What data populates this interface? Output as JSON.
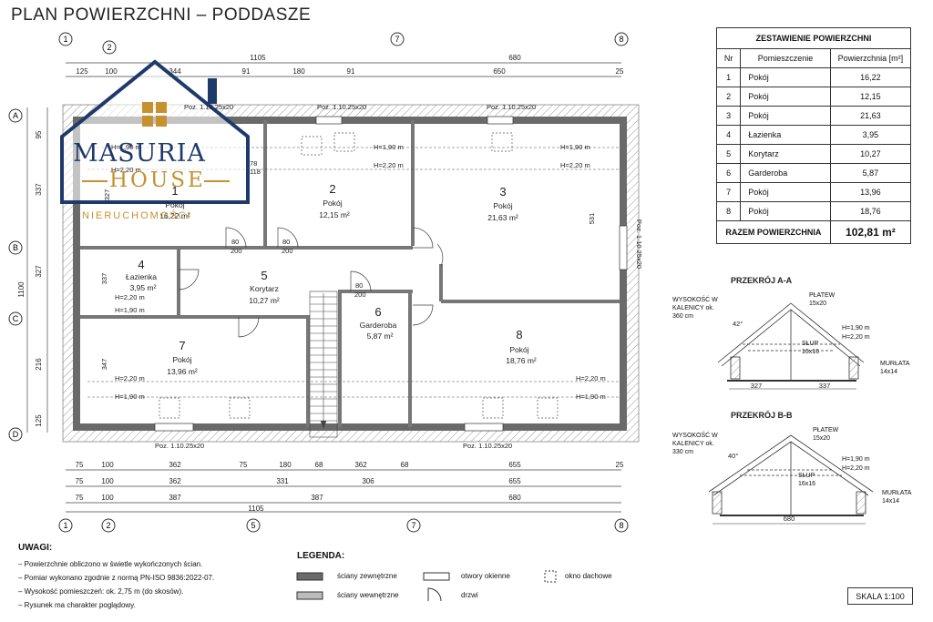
{
  "page": {
    "title": "PLAN POWIERZCHNI – PODDASZE"
  },
  "logo": {
    "name": "MASURIA",
    "house": "HOUSE",
    "sub": "NIERUCHOMOŚCI"
  },
  "summary": {
    "title": "ZESTAWIENIE POWIERZCHNI",
    "headers": [
      "Nr",
      "Pomieszczenie",
      "Powierzchnia [m²]"
    ],
    "rows": [
      {
        "nr": "1",
        "name": "Pokój",
        "area": "16,22"
      },
      {
        "nr": "2",
        "name": "Pokój",
        "area": "12,15"
      },
      {
        "nr": "3",
        "name": "Pokój",
        "area": "21,63"
      },
      {
        "nr": "4",
        "name": "Łazienka",
        "area": "3,95"
      },
      {
        "nr": "5",
        "name": "Korytarz",
        "area": "10,27"
      },
      {
        "nr": "6",
        "name": "Garderoba",
        "area": "5,87"
      },
      {
        "nr": "7",
        "name": "Pokój",
        "area": "13,96"
      },
      {
        "nr": "8",
        "name": "Pokój",
        "area": "18,76"
      }
    ],
    "total_label": "RAZEM POWIERZCHNIA",
    "total_value": "102,81 m²"
  },
  "rooms": [
    {
      "nr": "1",
      "name": "Pokój",
      "area": "16,22 m²"
    },
    {
      "nr": "2",
      "name": "Pokój",
      "area": "12,15 m²"
    },
    {
      "nr": "3",
      "name": "Pokój",
      "area": "21,63 m²"
    },
    {
      "nr": "4",
      "name": "Łazienka",
      "area": "3,95 m²"
    },
    {
      "nr": "5",
      "name": "Korytarz",
      "area": "10,27 m²"
    },
    {
      "nr": "6",
      "name": "Garderoba",
      "area": "5,87 m²"
    },
    {
      "nr": "7",
      "name": "Pokój",
      "area": "13,96 m²"
    },
    {
      "nr": "8",
      "name": "Pokój",
      "area": "18,76 m²"
    }
  ],
  "axes": {
    "columns": [
      "1",
      "2",
      "7",
      "8",
      "1",
      "2",
      "5",
      "7",
      "8"
    ],
    "rows": [
      "A",
      "B",
      "C",
      "D"
    ]
  },
  "dims": {
    "top_total": [
      "1105",
      "680"
    ],
    "top_parts": [
      "125",
      "100",
      "344",
      "91",
      "180",
      "91",
      "650",
      "25"
    ],
    "bottom1": [
      "75",
      "100",
      "362",
      "75",
      "180",
      "68",
      "362",
      "68",
      "655",
      "25"
    ],
    "bottom2": [
      "75",
      "100",
      "362",
      "331",
      "306",
      "655"
    ],
    "bottom3": [
      "75",
      "100",
      "387",
      "387",
      "680"
    ],
    "bottom_total": "1105",
    "left_parts": [
      "95",
      "337",
      "327",
      "216",
      "125"
    ],
    "left_total": "1100",
    "internal": [
      "327",
      "337",
      "347",
      "531",
      "78",
      "118"
    ]
  },
  "labels": {
    "window": "Poz. 1.10.25x20",
    "h190": "H=1,90 m",
    "h220": "H=2,20 m",
    "door80": "80",
    "door200": "200"
  },
  "sections": {
    "aa": {
      "title": "PRZEKRÓJ A-A",
      "height": "WYSOKOŚĆ W KALENICY ok. 360 cm",
      "angle": "42°",
      "platew": "PŁATEW 15x20",
      "slup": "SŁUP 16x16",
      "murlata": "MURŁATA 14x14",
      "dims": [
        "327",
        "337"
      ]
    },
    "bb": {
      "title": "PRZEKRÓJ B-B",
      "height": "WYSOKOŚĆ W KALENICY ok. 330 cm",
      "angle": "40°",
      "platew": "PŁATEW 15x20",
      "slup": "SŁUP 16x16",
      "murlata": "MURŁATA 14x14",
      "dims": [
        "680"
      ]
    }
  },
  "notes": {
    "title": "UWAGI:",
    "items": [
      "Powierzchnie obliczono w świetle wykończonych ścian.",
      "Pomiar wykonano zgodnie z normą PN-ISO 9836:2022-07.",
      "Wysokość pomieszczeń: ok. 2,75 m (do skosów).",
      "Rysunek ma charakter poglądowy."
    ]
  },
  "legend": {
    "title": "LEGENDA:",
    "ext_walls": "ściany zewnętrzne",
    "int_walls": "ściany wewnętrzne",
    "windows": "otwory okienne",
    "doors": "drzwi",
    "roof_windows": "okno dachowe"
  },
  "scale": "SKALA 1:100",
  "colors": {
    "ext_wall": "#6a6a6a",
    "int_wall": "#8a8a8a",
    "logo_blue": "#1e3a6b",
    "logo_gold": "#c6912e"
  }
}
